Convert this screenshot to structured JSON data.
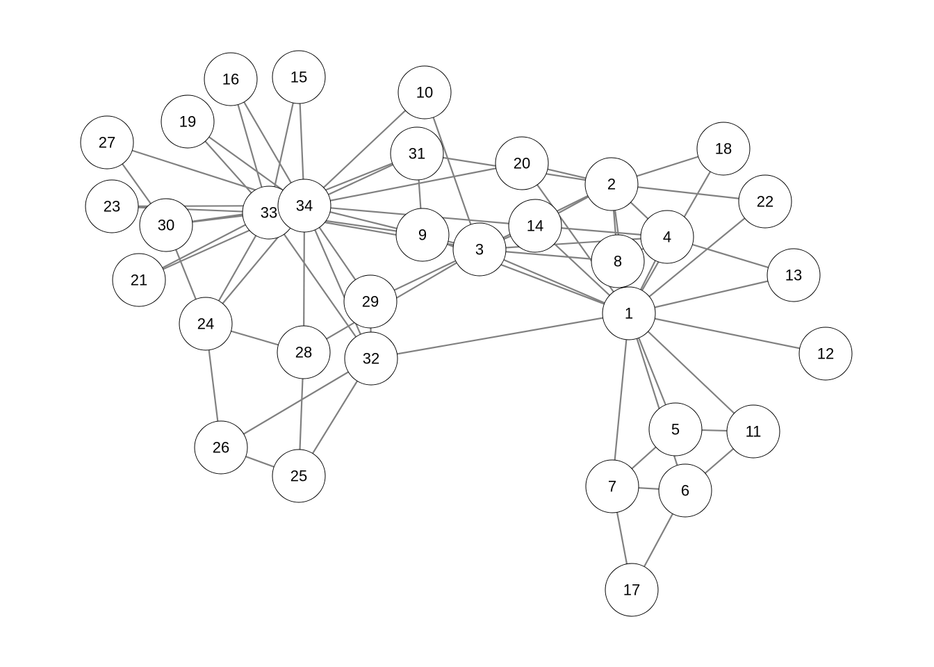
{
  "graph": {
    "nodes": [
      {
        "id": "1",
        "label": "1"
      },
      {
        "id": "2",
        "label": "2"
      },
      {
        "id": "3",
        "label": "3"
      },
      {
        "id": "4",
        "label": "4"
      },
      {
        "id": "5",
        "label": "5"
      },
      {
        "id": "6",
        "label": "6"
      },
      {
        "id": "7",
        "label": "7"
      },
      {
        "id": "8",
        "label": "8"
      },
      {
        "id": "9",
        "label": "9"
      },
      {
        "id": "10",
        "label": "10"
      },
      {
        "id": "11",
        "label": "11"
      },
      {
        "id": "12",
        "label": "12"
      },
      {
        "id": "13",
        "label": "13"
      },
      {
        "id": "14",
        "label": "14"
      },
      {
        "id": "15",
        "label": "15"
      },
      {
        "id": "16",
        "label": "16"
      },
      {
        "id": "17",
        "label": "17"
      },
      {
        "id": "18",
        "label": "18"
      },
      {
        "id": "19",
        "label": "19"
      },
      {
        "id": "20",
        "label": "20"
      },
      {
        "id": "21",
        "label": "21"
      },
      {
        "id": "22",
        "label": "22"
      },
      {
        "id": "23",
        "label": "23"
      },
      {
        "id": "24",
        "label": "24"
      },
      {
        "id": "25",
        "label": "25"
      },
      {
        "id": "26",
        "label": "26"
      },
      {
        "id": "27",
        "label": "27"
      },
      {
        "id": "28",
        "label": "28"
      },
      {
        "id": "29",
        "label": "29"
      },
      {
        "id": "30",
        "label": "30"
      },
      {
        "id": "31",
        "label": "31"
      },
      {
        "id": "32",
        "label": "32"
      },
      {
        "id": "33",
        "label": "33"
      },
      {
        "id": "34",
        "label": "34"
      }
    ],
    "edges": [
      [
        "1",
        "2"
      ],
      [
        "1",
        "3"
      ],
      [
        "1",
        "4"
      ],
      [
        "1",
        "5"
      ],
      [
        "1",
        "6"
      ],
      [
        "1",
        "7"
      ],
      [
        "1",
        "8"
      ],
      [
        "1",
        "9"
      ],
      [
        "1",
        "11"
      ],
      [
        "1",
        "12"
      ],
      [
        "1",
        "13"
      ],
      [
        "1",
        "14"
      ],
      [
        "1",
        "18"
      ],
      [
        "1",
        "20"
      ],
      [
        "1",
        "22"
      ],
      [
        "1",
        "32"
      ],
      [
        "2",
        "3"
      ],
      [
        "2",
        "4"
      ],
      [
        "2",
        "8"
      ],
      [
        "2",
        "14"
      ],
      [
        "2",
        "18"
      ],
      [
        "2",
        "20"
      ],
      [
        "2",
        "22"
      ],
      [
        "2",
        "31"
      ],
      [
        "3",
        "4"
      ],
      [
        "3",
        "8"
      ],
      [
        "3",
        "9"
      ],
      [
        "3",
        "10"
      ],
      [
        "3",
        "14"
      ],
      [
        "3",
        "28"
      ],
      [
        "3",
        "29"
      ],
      [
        "3",
        "33"
      ],
      [
        "4",
        "8"
      ],
      [
        "4",
        "13"
      ],
      [
        "4",
        "14"
      ],
      [
        "5",
        "7"
      ],
      [
        "5",
        "11"
      ],
      [
        "6",
        "7"
      ],
      [
        "6",
        "11"
      ],
      [
        "6",
        "17"
      ],
      [
        "7",
        "17"
      ],
      [
        "9",
        "31"
      ],
      [
        "9",
        "33"
      ],
      [
        "9",
        "34"
      ],
      [
        "10",
        "34"
      ],
      [
        "14",
        "34"
      ],
      [
        "15",
        "33"
      ],
      [
        "15",
        "34"
      ],
      [
        "16",
        "33"
      ],
      [
        "16",
        "34"
      ],
      [
        "19",
        "33"
      ],
      [
        "19",
        "34"
      ],
      [
        "20",
        "34"
      ],
      [
        "21",
        "33"
      ],
      [
        "21",
        "34"
      ],
      [
        "23",
        "33"
      ],
      [
        "23",
        "34"
      ],
      [
        "24",
        "26"
      ],
      [
        "24",
        "28"
      ],
      [
        "24",
        "30"
      ],
      [
        "24",
        "33"
      ],
      [
        "24",
        "34"
      ],
      [
        "25",
        "26"
      ],
      [
        "25",
        "28"
      ],
      [
        "25",
        "32"
      ],
      [
        "26",
        "32"
      ],
      [
        "27",
        "30"
      ],
      [
        "27",
        "34"
      ],
      [
        "28",
        "34"
      ],
      [
        "29",
        "32"
      ],
      [
        "29",
        "34"
      ],
      [
        "30",
        "33"
      ],
      [
        "30",
        "34"
      ],
      [
        "31",
        "33"
      ],
      [
        "31",
        "34"
      ],
      [
        "32",
        "33"
      ],
      [
        "32",
        "34"
      ],
      [
        "33",
        "34"
      ]
    ]
  }
}
